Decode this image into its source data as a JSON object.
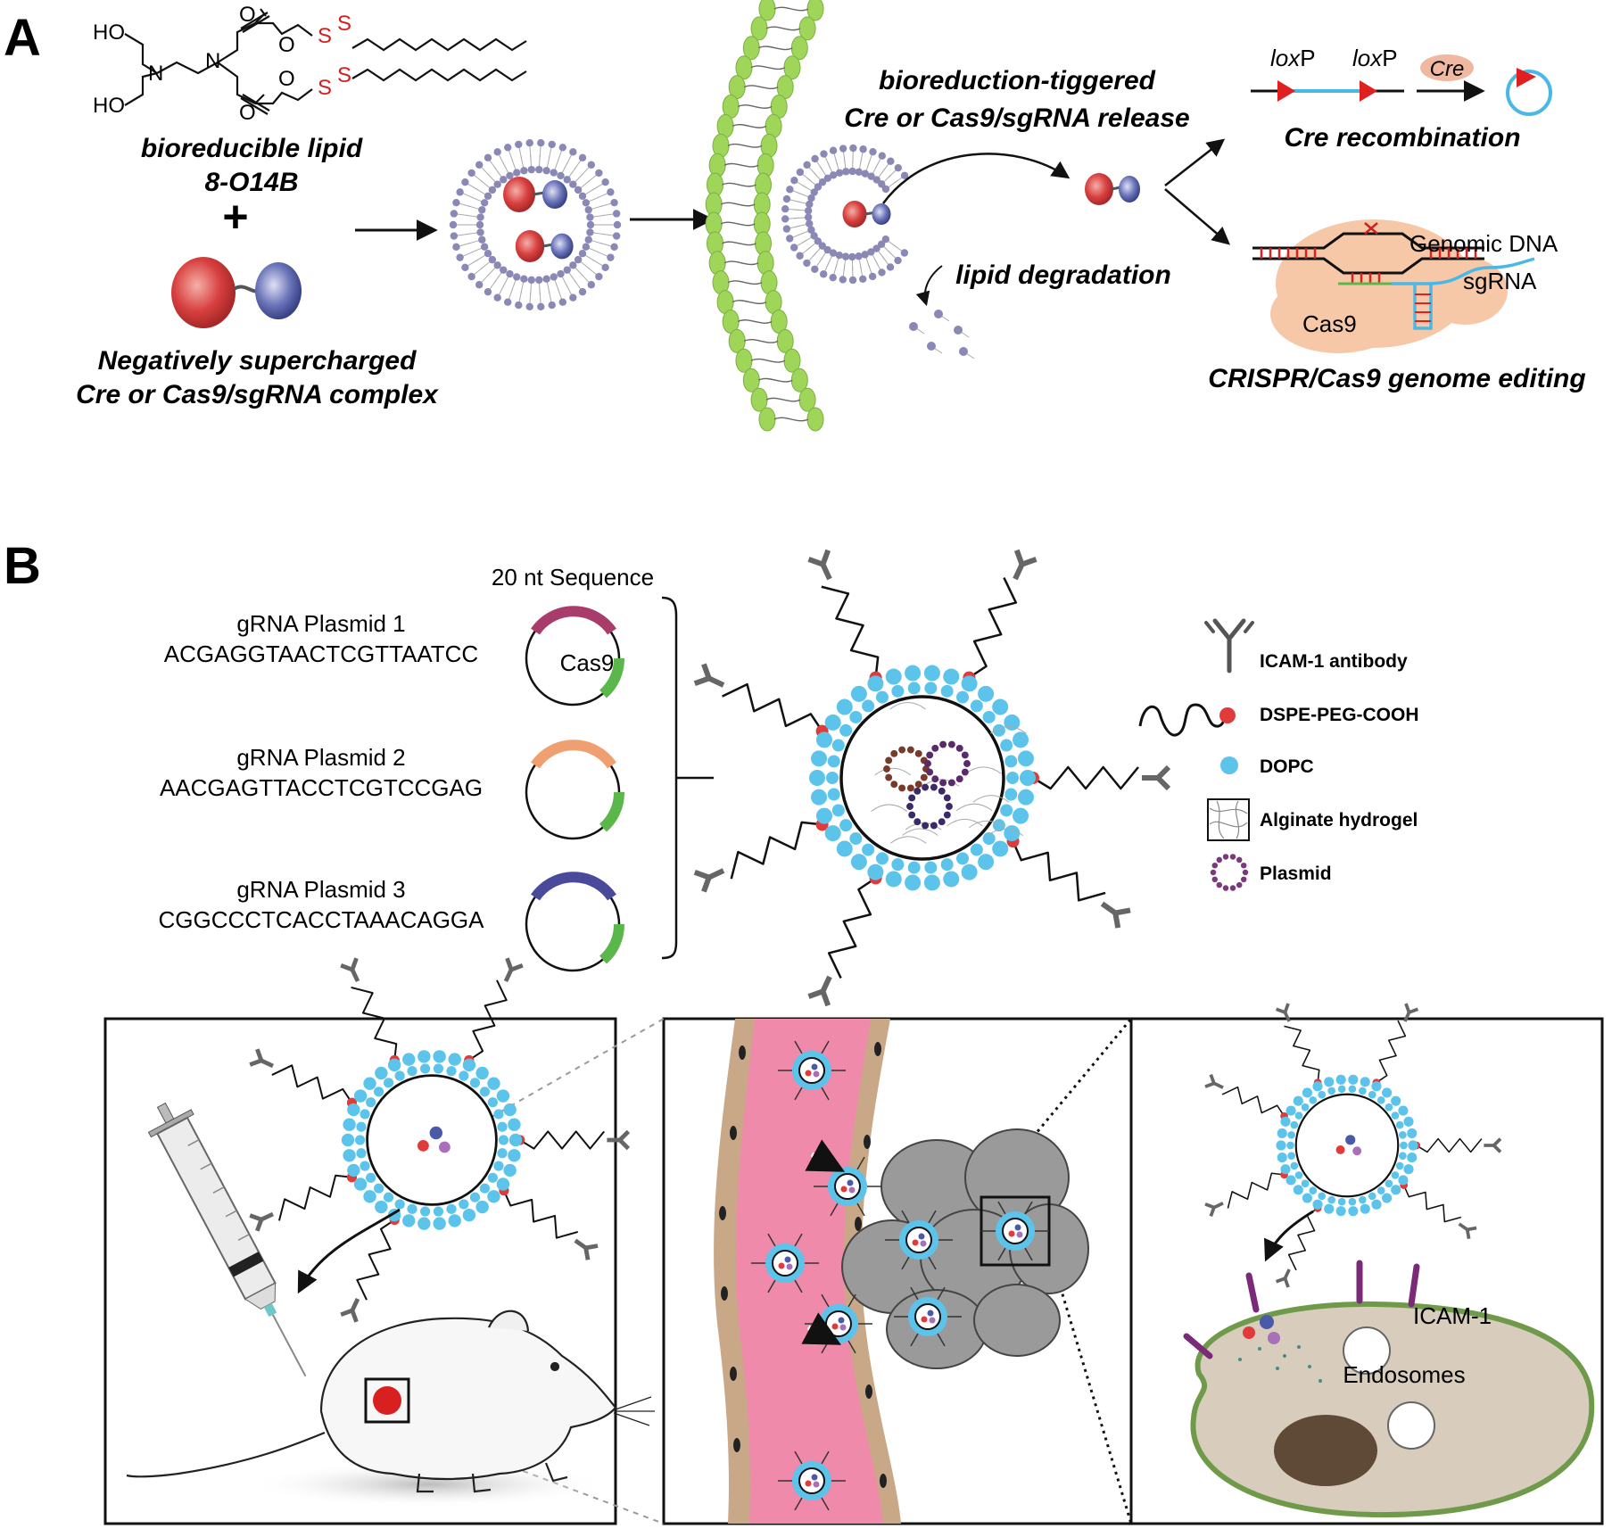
{
  "colors": {
    "lipid_head": "#8a88b4",
    "dopc": "#5cc4ea",
    "peg_end": "#e03a3a",
    "protein_red": "#d84040",
    "protein_blue": "#4a5aa8",
    "membrane_green": "#9fd65a",
    "vessel_pink": "#f08aaa",
    "vessel_wall": "#c9a888",
    "tumor_gray": "#9a9a9a",
    "cell_fill": "#d8ccbc",
    "cell_border": "#6e9a4a",
    "icam": "#7a2a78",
    "loxp_red": "#e02020",
    "dna_blue": "#4ab8e6",
    "cas9_bg": "#f6c8a8",
    "cre_bg": "#f0b8a0",
    "plasmid1": "#a83c6a",
    "plasmid2": "#f0a070",
    "plasmid3": "#4a4a9a",
    "cas9_arc": "#5ab84a"
  },
  "panelA": {
    "letter": "A",
    "chem": {
      "ho1": "HO",
      "ho2": "HO",
      "n1": "N",
      "n2": "N",
      "o1": "O",
      "o2": "O",
      "o3": "O",
      "o4": "O",
      "s1": "S",
      "s2": "S",
      "s3": "S",
      "s4": "S"
    },
    "lipid_label_1": "bioreducible lipid",
    "lipid_label_2": "8-O14B",
    "plus": "+",
    "complex_label_1": "Negatively supercharged",
    "complex_label_2": "Cre or Cas9/sgRNA complex",
    "release_label_1": "bioreduction-tiggered",
    "release_label_2": "Cre or Cas9/sgRNA release",
    "degradation_label": "lipid degradation",
    "loxp_prefix": "lox",
    "loxp_suffix": "P",
    "cre_badge": "Cre",
    "cre_recombination": "Cre recombination",
    "genomic_dna": "Genomic DNA",
    "sgrna": "sgRNA",
    "cas9": "Cas9",
    "crispr_label": "CRISPR/Cas9 genome editing"
  },
  "panelB": {
    "letter": "B",
    "sequence_header": "20 nt Sequence",
    "plasmids": [
      {
        "name": "gRNA Plasmid 1",
        "sequence": "ACGAGGTAACTCGTTAATCC",
        "arc_label": "Cas9"
      },
      {
        "name": "gRNA Plasmid 2",
        "sequence": "AACGAGTTACCTCGTCCGAG"
      },
      {
        "name": "gRNA Plasmid 3",
        "sequence": "CGGCCCTCACCTAAACAGGA"
      }
    ],
    "legend": [
      {
        "label": "ICAM-1 antibody",
        "icon": "antibody-icon"
      },
      {
        "label": "DSPE-PEG-COOH",
        "icon": "peg-icon"
      },
      {
        "label": "DOPC",
        "icon": "dopc-icon"
      },
      {
        "label": "Alginate hydrogel",
        "icon": "hydrogel-icon"
      },
      {
        "label": "Plasmid",
        "icon": "plasmid-icon"
      }
    ],
    "icam_label": "ICAM-1",
    "endosomes_label": "Endosomes"
  }
}
